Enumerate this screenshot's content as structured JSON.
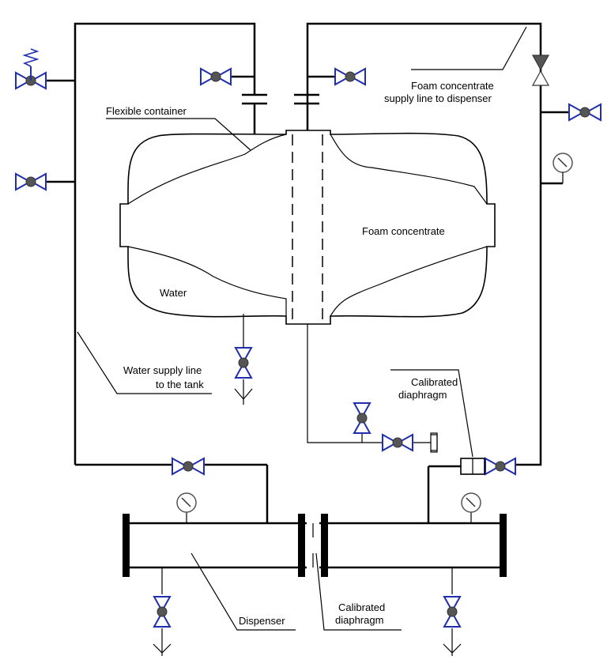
{
  "labels": {
    "flexible_container": "Flexible container",
    "foam_line_1": "Foam concentrate",
    "foam_line_2": "supply line to dispenser",
    "foam_concentrate": "Foam concentrate",
    "water": "Water",
    "water_line_1": "Water supply line",
    "water_line_2": "to the tank",
    "diaphragm_top_1": "Calibrated",
    "diaphragm_top_2": "diaphragm",
    "dispenser": "Dispenser",
    "diaphragm_bottom_1": "Calibrated",
    "diaphragm_bottom_2": "diaphragm"
  },
  "colors": {
    "valve_outline": "#1f2fb0",
    "valve_center": "#555555",
    "lines": "#000000"
  },
  "icons": {
    "valve": "valve-icon",
    "pressure_gauge": "pressure-gauge-icon",
    "drain": "drain-icon",
    "safety_valve": "safety-valve-icon",
    "check_valve": "check-valve-icon"
  }
}
